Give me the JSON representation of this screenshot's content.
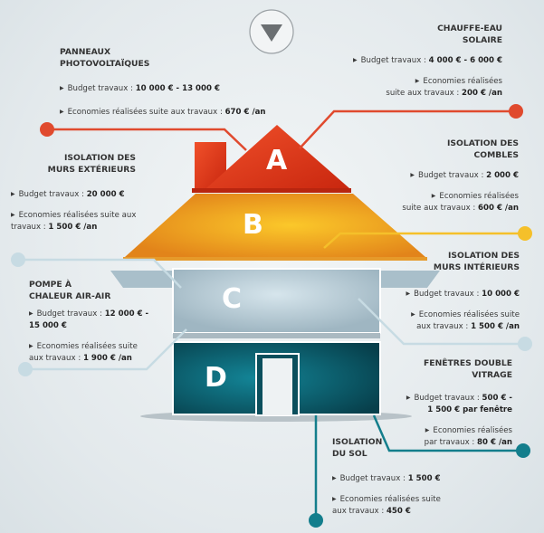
{
  "nav": {
    "icon": "chevron-down-icon"
  },
  "levels": [
    "A",
    "B",
    "C",
    "D"
  ],
  "colors": {
    "a": "#e23a1e",
    "b": "#f0a11c",
    "c": "#b9ccd6",
    "d": "#0b5f6e",
    "line_red": "#e04a2e",
    "line_yellow": "#f5c02a",
    "line_light": "#c7dbe3",
    "line_teal": "#137e8c"
  },
  "panneaux": {
    "title_1": "PANNEAUX",
    "title_2": "PHOTOVOLTAÏQUES",
    "budget_label": "Budget travaux :",
    "budget": "10 000 € - 13 000 €",
    "eco_label": "Economies réalisées suite aux travaux :",
    "eco": "670 € /an"
  },
  "chauffe_eau": {
    "title_1": "CHAUFFE-EAU",
    "title_2": "SOLAIRE",
    "budget_label": "Budget travaux :",
    "budget": "4 000 € - 6 000 €",
    "eco_label_1": "Economies réalisées",
    "eco_label_2": "suite aux travaux :",
    "eco": "200 € /an"
  },
  "murs_ext": {
    "title_1": "ISOLATION DES",
    "title_2": "MURS EXTÉRIEURS",
    "budget_label": "Budget travaux :",
    "budget": "20 000 €",
    "eco_label_1": "Economies réalisées suite aux",
    "eco_label_2": "travaux :",
    "eco": "1 500 € /an"
  },
  "combles": {
    "title_1": "ISOLATION DES",
    "title_2": "COMBLES",
    "budget_label": "Budget travaux :",
    "budget": "2 000 €",
    "eco_label_1": "Economies réalisées",
    "eco_label_2": "suite aux travaux :",
    "eco": "600 € /an"
  },
  "pompe": {
    "title_1": "POMPE À",
    "title_2": "CHALEUR AIR-AIR",
    "budget_label": "Budget travaux :",
    "budget_1": "12 000 € -",
    "budget_2": "15 000 €",
    "eco_label_1": "Economies réalisées suite",
    "eco_label_2": "aux travaux :",
    "eco": "1 900 € /an"
  },
  "murs_int": {
    "title_1": "ISOLATION DES",
    "title_2": "MURS INTÉRIEURS",
    "budget_label": "Budget travaux :",
    "budget": "10 000 €",
    "eco_label_1": "Economies réalisées suite",
    "eco_label_2": "aux  travaux :",
    "eco": "1 500 € /an"
  },
  "fenetres": {
    "title_1": "FENÊTRES DOUBLE",
    "title_2": "VITRAGE",
    "budget_label": "Budget travaux :",
    "budget_1": "500 € -",
    "budget_2": "1 500 € par fenêtre",
    "eco_label_1": "Economies réalisées",
    "eco_label_2": "par travaux :",
    "eco": "80 €  /an"
  },
  "sol": {
    "title_1": "ISOLATION",
    "title_2": "DU SOL",
    "budget_label": "Budget travaux :",
    "budget": "1 500 €",
    "eco_label_1": "Economies réalisées suite",
    "eco_label_2": "aux travaux :",
    "eco": "450 €"
  }
}
